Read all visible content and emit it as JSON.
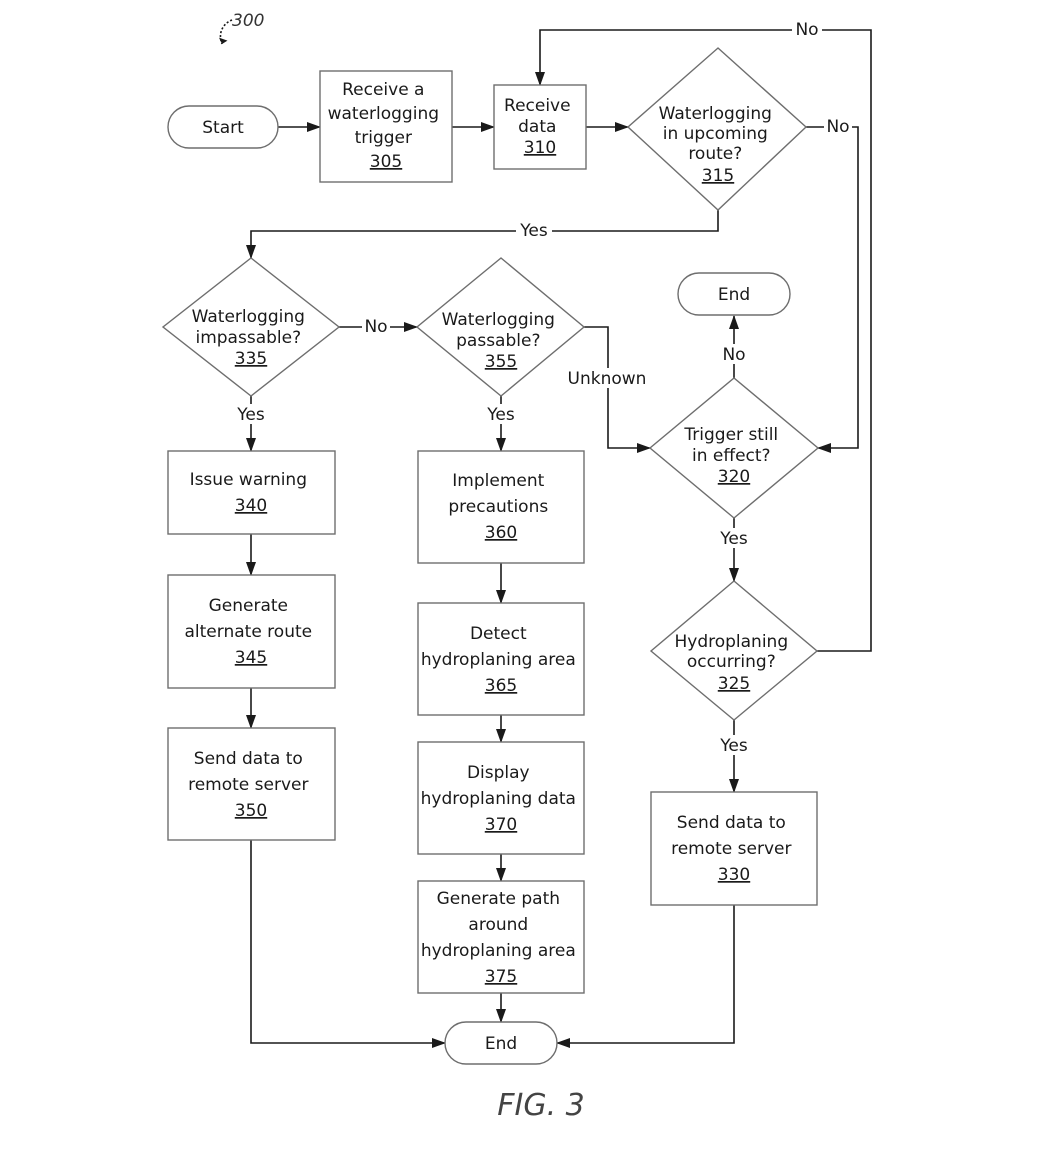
{
  "figure": {
    "ref_number": "300",
    "caption": "FIG. 3"
  },
  "nodes": {
    "start": {
      "label": "Start"
    },
    "n305": {
      "lines": [
        "Receive a",
        "waterlogging",
        "trigger"
      ],
      "num": "305"
    },
    "n310": {
      "lines": [
        "Receive",
        "data"
      ],
      "num": "310"
    },
    "n315": {
      "lines": [
        "Waterlogging",
        "in upcoming",
        "route?"
      ],
      "num": "315"
    },
    "n335": {
      "lines": [
        "Waterlogging",
        "impassable?"
      ],
      "num": "335"
    },
    "n355": {
      "lines": [
        "Waterlogging",
        "passable?"
      ],
      "num": "355"
    },
    "n320": {
      "lines": [
        "Trigger still",
        "in effect?"
      ],
      "num": "320"
    },
    "n325": {
      "lines": [
        "Hydroplaning",
        "occurring?"
      ],
      "num": "325"
    },
    "n340": {
      "lines": [
        "Issue warning"
      ],
      "num": "340"
    },
    "n345": {
      "lines": [
        "Generate",
        "alternate route"
      ],
      "num": "345"
    },
    "n350": {
      "lines": [
        "Send data to",
        "remote server"
      ],
      "num": "350"
    },
    "n360": {
      "lines": [
        "Implement",
        "precautions"
      ],
      "num": "360"
    },
    "n365": {
      "lines": [
        "Detect",
        "hydroplaning area"
      ],
      "num": "365"
    },
    "n370": {
      "lines": [
        "Display",
        "hydroplaning data"
      ],
      "num": "370"
    },
    "n375": {
      "lines": [
        "Generate path",
        "around",
        "hydroplaning area"
      ],
      "num": "375"
    },
    "n330": {
      "lines": [
        "Send data to",
        "remote server"
      ],
      "num": "330"
    },
    "end_top": {
      "label": "End"
    },
    "end_bottom": {
      "label": "End"
    }
  },
  "edge_labels": {
    "no_310_loop": "No",
    "no_315": "No",
    "yes_315": "Yes",
    "no_335": "No",
    "yes_335": "Yes",
    "yes_355": "Yes",
    "unknown_355": "Unknown",
    "no_320": "No",
    "yes_320": "Yes",
    "yes_325": "Yes"
  }
}
